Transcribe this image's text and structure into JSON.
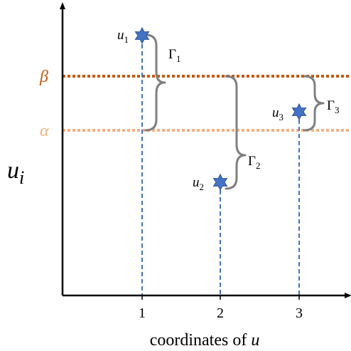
{
  "ylabel": {
    "main": "u",
    "sub": "i"
  },
  "xlabel": {
    "text": "coordinates of ",
    "var": "u"
  },
  "x_ticks": [
    "1",
    "2",
    "3"
  ],
  "thresholds": {
    "beta": {
      "symbol": "β",
      "color": "#C55A11"
    },
    "alpha": {
      "symbol": "α",
      "color": "#F4B183"
    }
  },
  "points": [
    {
      "main": "u",
      "sub": "1",
      "color": "#4472C4"
    },
    {
      "main": "u",
      "sub": "2",
      "color": "#4472C4"
    },
    {
      "main": "u",
      "sub": "3",
      "color": "#4472C4"
    }
  ],
  "gaps": [
    {
      "main": "Γ",
      "sub": "1"
    },
    {
      "main": "Γ",
      "sub": "2"
    },
    {
      "main": "Γ",
      "sub": "3"
    }
  ],
  "colors": {
    "axis": "#000000",
    "guide": "#4472C4",
    "brace": "#7F7F7F"
  }
}
